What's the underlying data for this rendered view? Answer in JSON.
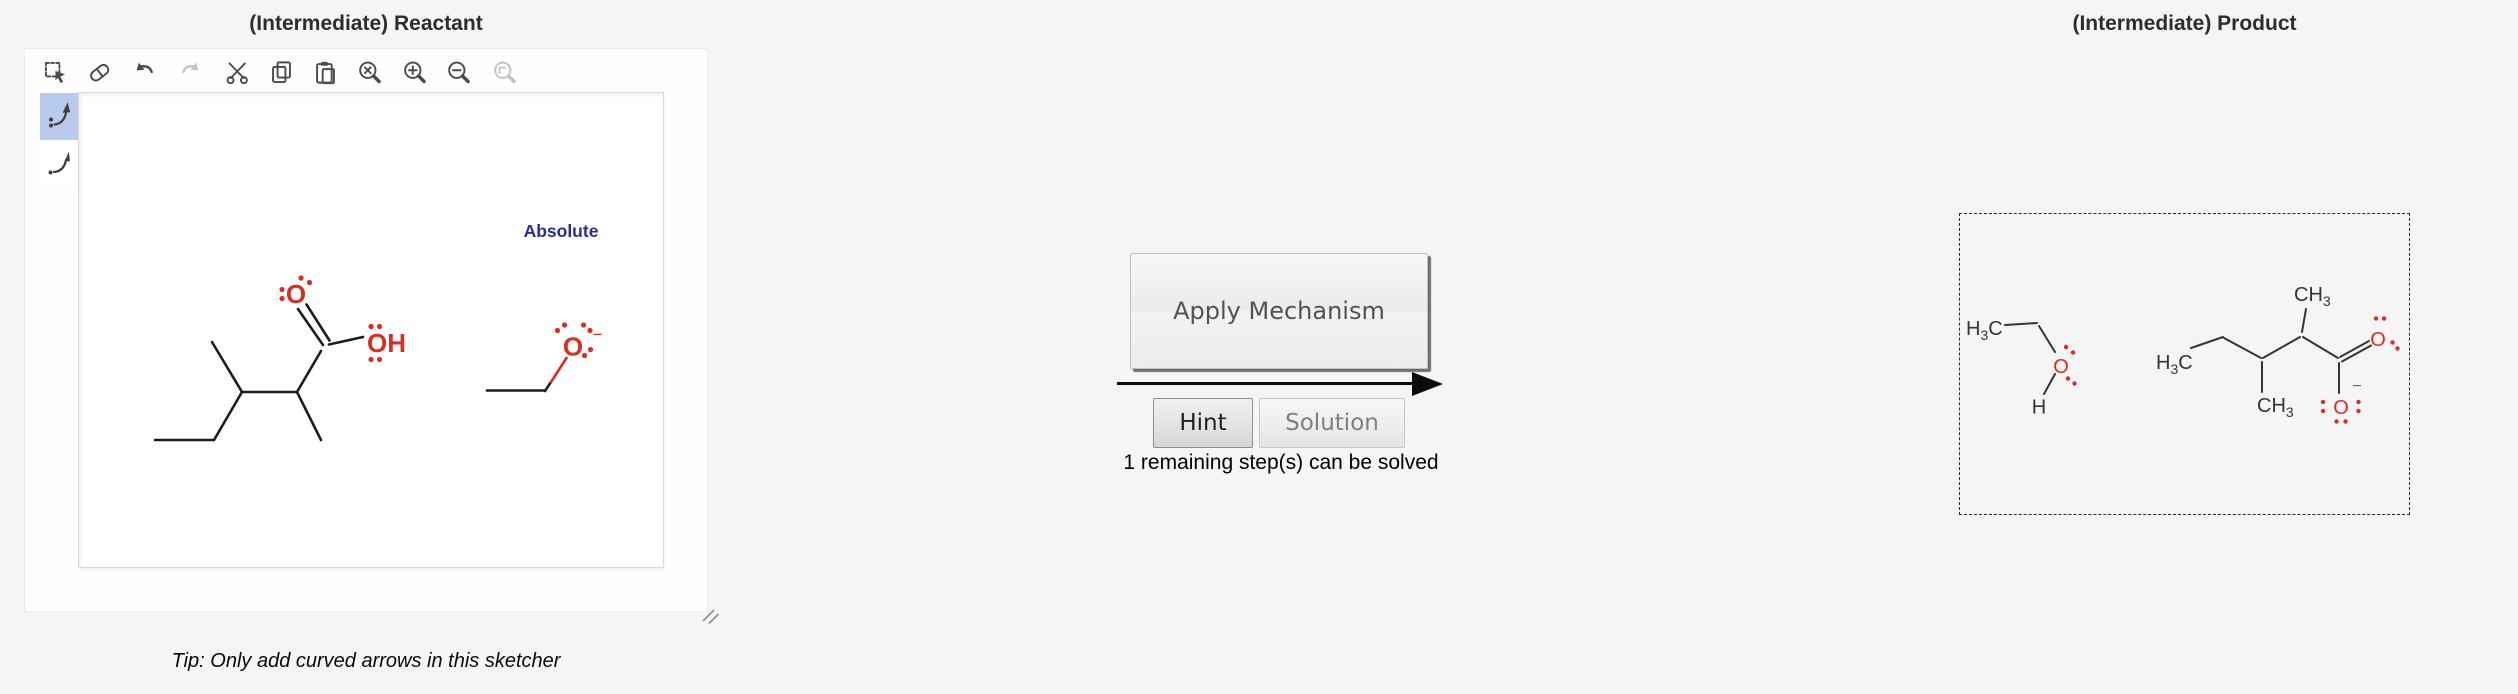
{
  "reactant": {
    "title": "(Intermediate) Reactant",
    "stereo_label": "Absolute",
    "tip": "Tip: Only add curved arrows in this sketcher",
    "toolbar_icons": [
      "marquee-select",
      "eraser",
      "undo",
      "redo",
      "cut",
      "copy",
      "paste",
      "zoom-reset",
      "zoom-in",
      "zoom-out",
      "zoom-selection"
    ],
    "side_tools": [
      "curved-arrow-electron-pair",
      "curved-arrow-single-electron"
    ],
    "molecules": [
      "2,3-dimethylpentanoic acid",
      "ethoxide anion"
    ]
  },
  "center": {
    "apply_label": "Apply Mechanism",
    "hint_label": "Hint",
    "solution_label": "Solution",
    "status": "1 remaining step(s) can be solved"
  },
  "product": {
    "title": "(Intermediate) Product",
    "molecules": [
      "ethanol",
      "2,3-dimethylpentanoate anion"
    ]
  },
  "chem": {
    "O": "O",
    "OH": "OH",
    "H": "H",
    "C": "C",
    "sub3": "3",
    "minus": "−"
  },
  "colors": {
    "chem_red": "#dd2c22",
    "stereo_blue": "#2b2ba0",
    "tool_selected_bg": "#b9cbec"
  }
}
